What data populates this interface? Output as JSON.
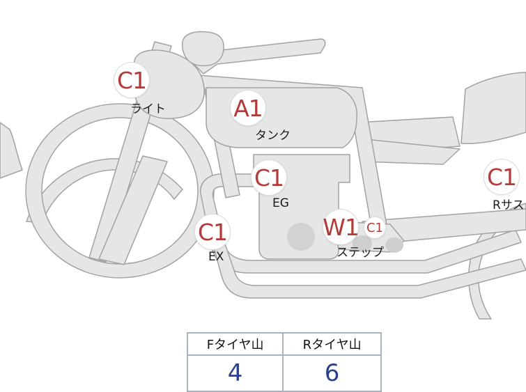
{
  "parts": [
    {
      "id": "light",
      "grade": "C1",
      "label": "ライト"
    },
    {
      "id": "tank",
      "grade": "A1",
      "label": "タンク"
    },
    {
      "id": "engine",
      "grade": "C1",
      "label": "EG"
    },
    {
      "id": "exhaust",
      "grade": "C1",
      "label": "EX"
    },
    {
      "id": "step",
      "grade": "W1",
      "grade2": "C1",
      "label": "ステップ"
    },
    {
      "id": "rear-suspension",
      "grade": "C1",
      "label": "Rサス"
    }
  ],
  "tire_table": {
    "front_header": "Fタイヤ山",
    "rear_header": "Rタイヤ山",
    "front_value": "4",
    "rear_value": "6"
  },
  "colors": {
    "body_fill": "#e5e7e6",
    "outline": "#a0a3a2",
    "grade_text": "#b43a3a",
    "table_value": "#2b3f8c",
    "table_border": "#a8b2c0"
  }
}
